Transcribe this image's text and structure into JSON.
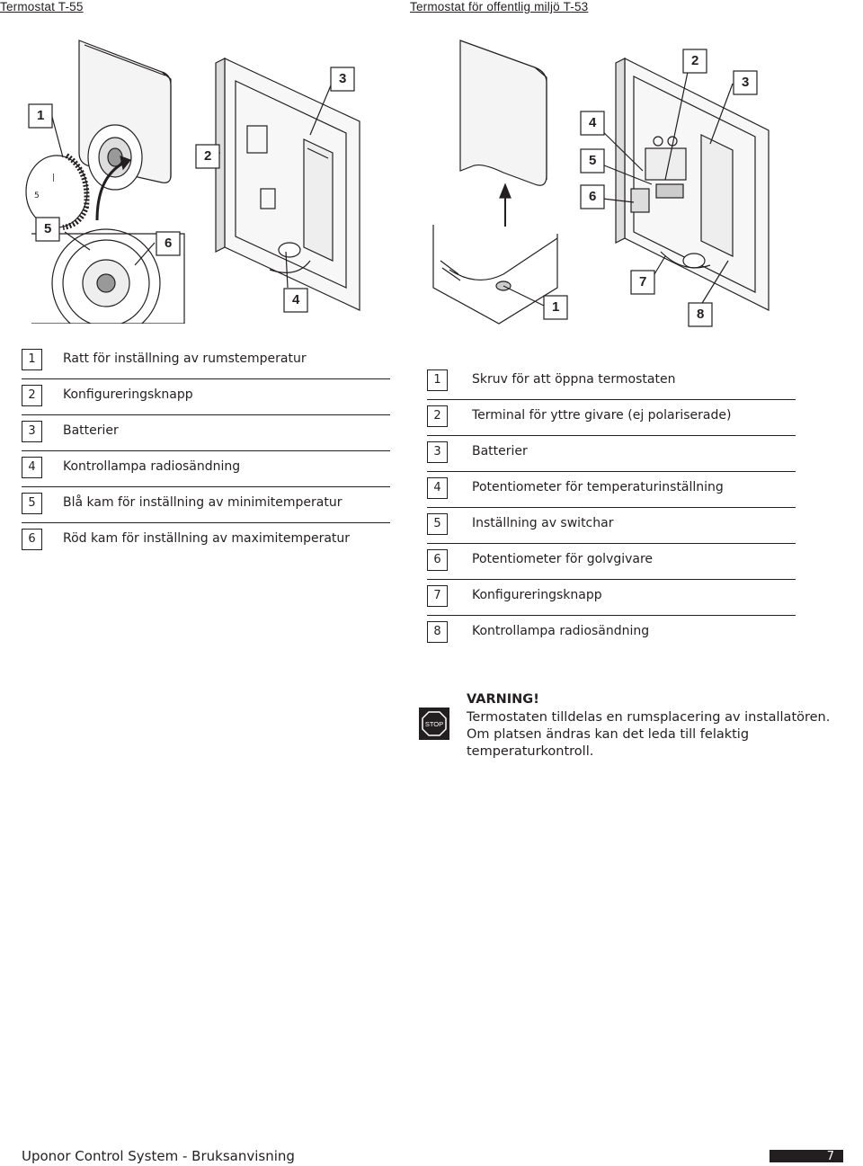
{
  "header": {
    "left_title": "Termostat T-55",
    "right_title": "Termostat för offentlig miljö T-53"
  },
  "figure_left": {
    "callouts": [
      "1",
      "2",
      "3",
      "4",
      "5",
      "6"
    ]
  },
  "figure_right": {
    "callouts": [
      "1",
      "2",
      "3",
      "4",
      "5",
      "6",
      "7",
      "8"
    ]
  },
  "legend_left": {
    "items": [
      {
        "num": "1",
        "text": "Ratt för inställning av rumstemperatur"
      },
      {
        "num": "2",
        "text": "Konfigureringsknapp"
      },
      {
        "num": "3",
        "text": "Batterier"
      },
      {
        "num": "4",
        "text": "Kontrollampa radiosändning"
      },
      {
        "num": "5",
        "text": "Blå kam för inställning av minimitemperatur"
      },
      {
        "num": "6",
        "text": "Röd kam för inställning av maximitemperatur"
      }
    ]
  },
  "legend_right": {
    "items": [
      {
        "num": "1",
        "text": "Skruv för att öppna termostaten"
      },
      {
        "num": "2",
        "text": "Terminal för yttre givare (ej polariserade)"
      },
      {
        "num": "3",
        "text": "Batterier"
      },
      {
        "num": "4",
        "text": "Potentiometer för temperaturinställning"
      },
      {
        "num": "5",
        "text": "Inställning av switchar"
      },
      {
        "num": "6",
        "text": "Potentiometer för golvgivare"
      },
      {
        "num": "7",
        "text": "Konfigureringsknapp"
      },
      {
        "num": "8",
        "text": "Kontrollampa radiosändning"
      }
    ]
  },
  "warning": {
    "icon": "stop-sign-icon",
    "icon_label": "STOP",
    "title": "VARNING!",
    "body": "Termostaten tilldelas en rumsplacering av installatören. Om platsen ändras kan det leda till felaktig temperaturkontroll."
  },
  "footer": {
    "text": "Uponor Control System -  Bruksanvisning",
    "page": "7"
  }
}
